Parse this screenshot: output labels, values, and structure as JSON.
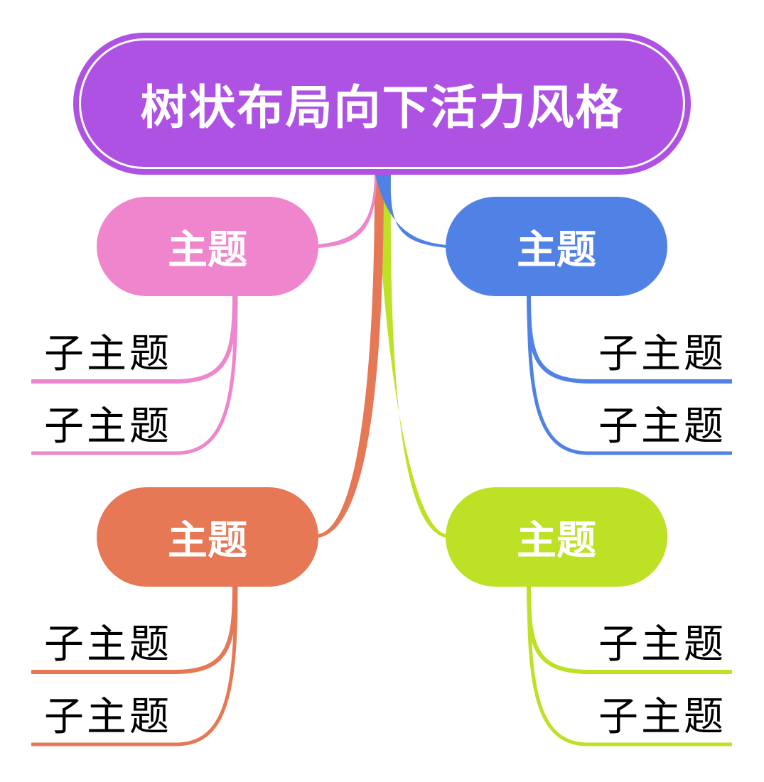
{
  "root": {
    "title": "树状布局向下活力风格",
    "color": "#ae52e3"
  },
  "topics": [
    {
      "label": "主题",
      "color": "#ef86cd",
      "side": "left",
      "subtopics": [
        {
          "label": "子主题"
        },
        {
          "label": "子主题"
        }
      ]
    },
    {
      "label": "主题",
      "color": "#5082e6",
      "side": "right",
      "subtopics": [
        {
          "label": "子主题"
        },
        {
          "label": "子主题"
        }
      ]
    },
    {
      "label": "主题",
      "color": "#e67855",
      "side": "left",
      "subtopics": [
        {
          "label": "子主题"
        },
        {
          "label": "子主题"
        }
      ]
    },
    {
      "label": "主题",
      "color": "#bde124",
      "side": "right",
      "subtopics": [
        {
          "label": "子主题"
        },
        {
          "label": "子主题"
        }
      ]
    }
  ]
}
